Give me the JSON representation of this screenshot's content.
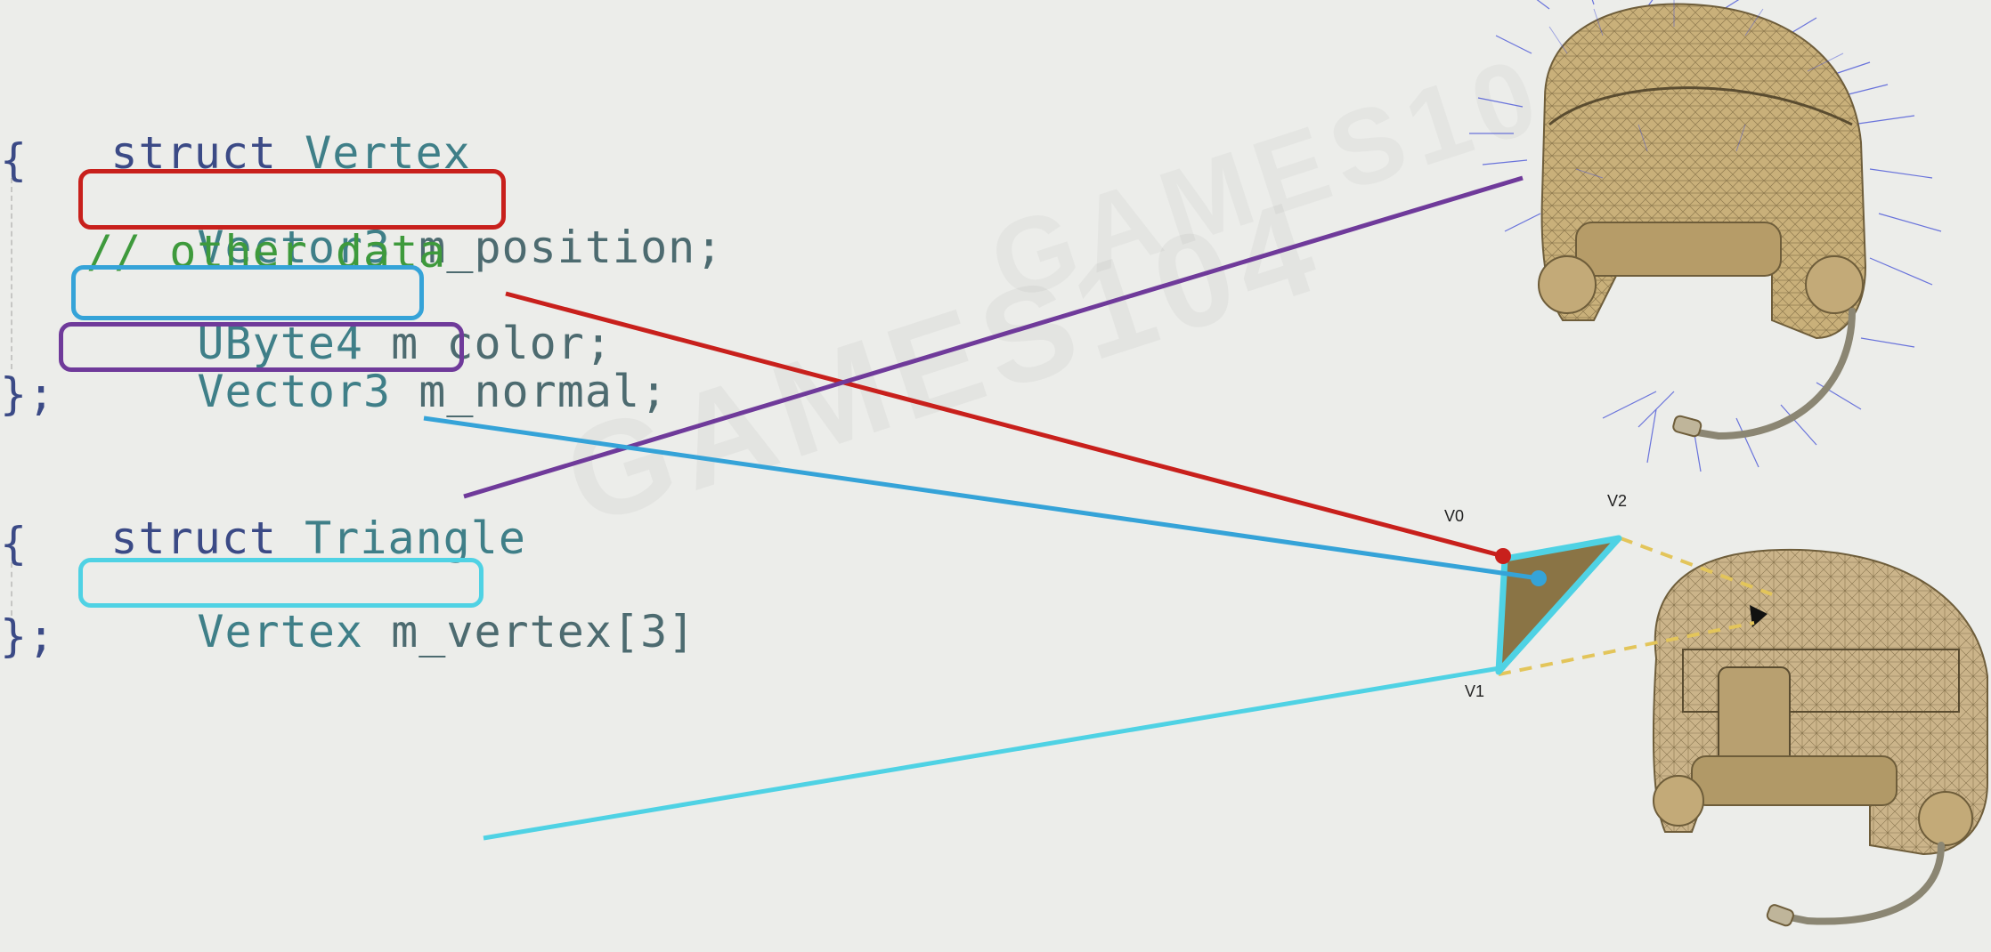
{
  "code": {
    "vertex_struct": {
      "keyword": "struct",
      "name": "Vertex",
      "open_brace": "{",
      "close_brace": "};",
      "fields": [
        {
          "type": "Vector3",
          "member": "m_position;"
        },
        {
          "comment": "// other data"
        },
        {
          "type": "UByte4",
          "member": "m_color;"
        },
        {
          "type": "Vector3",
          "member": "m_normal;"
        }
      ]
    },
    "triangle_struct": {
      "keyword": "struct",
      "name": "Triangle",
      "open_brace": "{",
      "close_brace": "};",
      "fields": [
        {
          "type": "Vertex",
          "member": "m_vertex[3]"
        }
      ]
    }
  },
  "vertex_labels": [
    "V0",
    "V1",
    "V2"
  ],
  "colors": {
    "position": "#c8201c",
    "color": "#35a3d8",
    "normal": "#6f3a9a",
    "vertex": "#4fd2e4",
    "triangle_fill": "#8a7445",
    "dashed": "#e3c55a"
  },
  "icons": [
    "helmet-normals-icon",
    "helmet-wireframe-icon",
    "triangle-icon"
  ]
}
